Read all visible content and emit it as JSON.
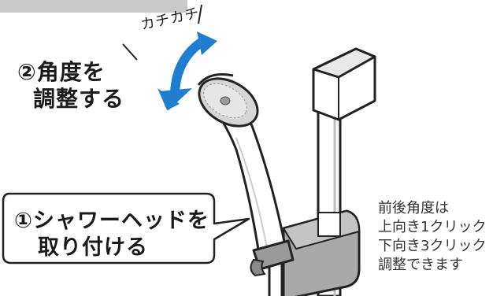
{
  "step2": {
    "line1": "②角度を",
    "line2": "調整する"
  },
  "sound": "カチカチ",
  "callout": {
    "line1": "①シャワーヘッドを",
    "line2": "取り付ける"
  },
  "note": {
    "line1": "前後角度は",
    "line2": "上向き1クリック",
    "line3": "下向き3クリック",
    "line4": "調整できます"
  },
  "colors": {
    "arrow": "#1e7fd1",
    "header_bar": "#c9c9c9",
    "outline": "#222222",
    "bracket": "#a9a9a9"
  }
}
